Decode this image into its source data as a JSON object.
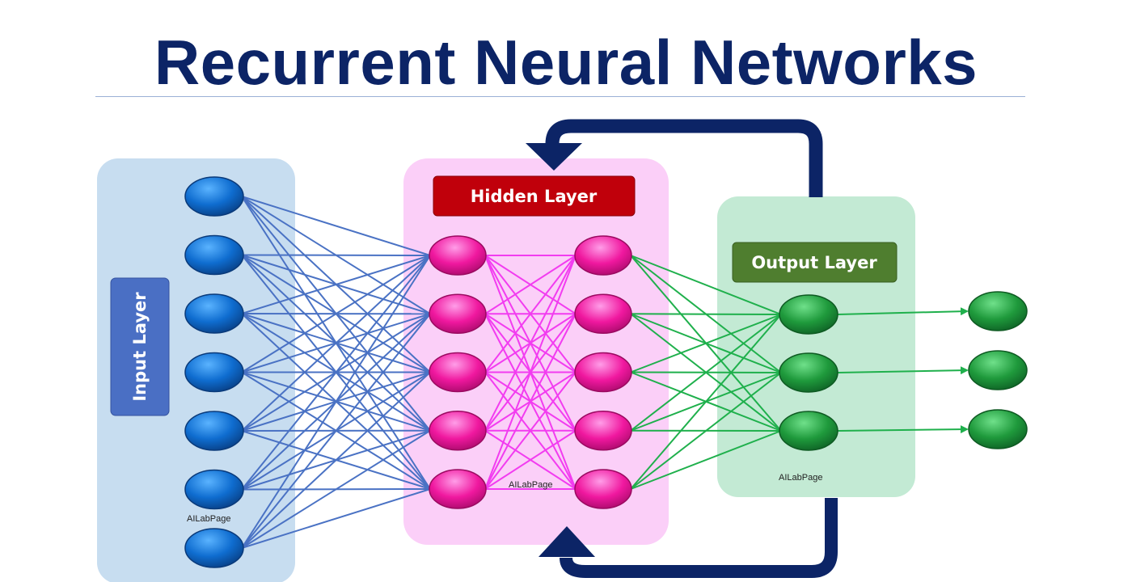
{
  "title": "Recurrent Neural Networks",
  "labels": {
    "input_layer": "Input Layer",
    "hidden_layer": "Hidden Layer",
    "output_layer": "Output Layer"
  },
  "watermarks": {
    "input": "AILabPage",
    "hidden": "AILabPage",
    "output": "AILabPage"
  },
  "layers": {
    "input_nodes": 7,
    "hidden_left_nodes": 5,
    "hidden_right_nodes": 5,
    "output_nodes": 3,
    "final_nodes": 3
  },
  "colors": {
    "title": "#0c2466",
    "input_panel": "#c7ddf0",
    "hidden_panel": "#fbcff8",
    "output_panel": "#c3ead4",
    "input_label_box": "#4a6fc4",
    "hidden_label_box": "#c0000b",
    "output_label_box": "#4f7e2f",
    "input_edges": "#4a72c4",
    "hidden_edges": "#f23cf0",
    "output_edges": "#1fb04c",
    "recurrent_arrow": "#0c2466"
  }
}
